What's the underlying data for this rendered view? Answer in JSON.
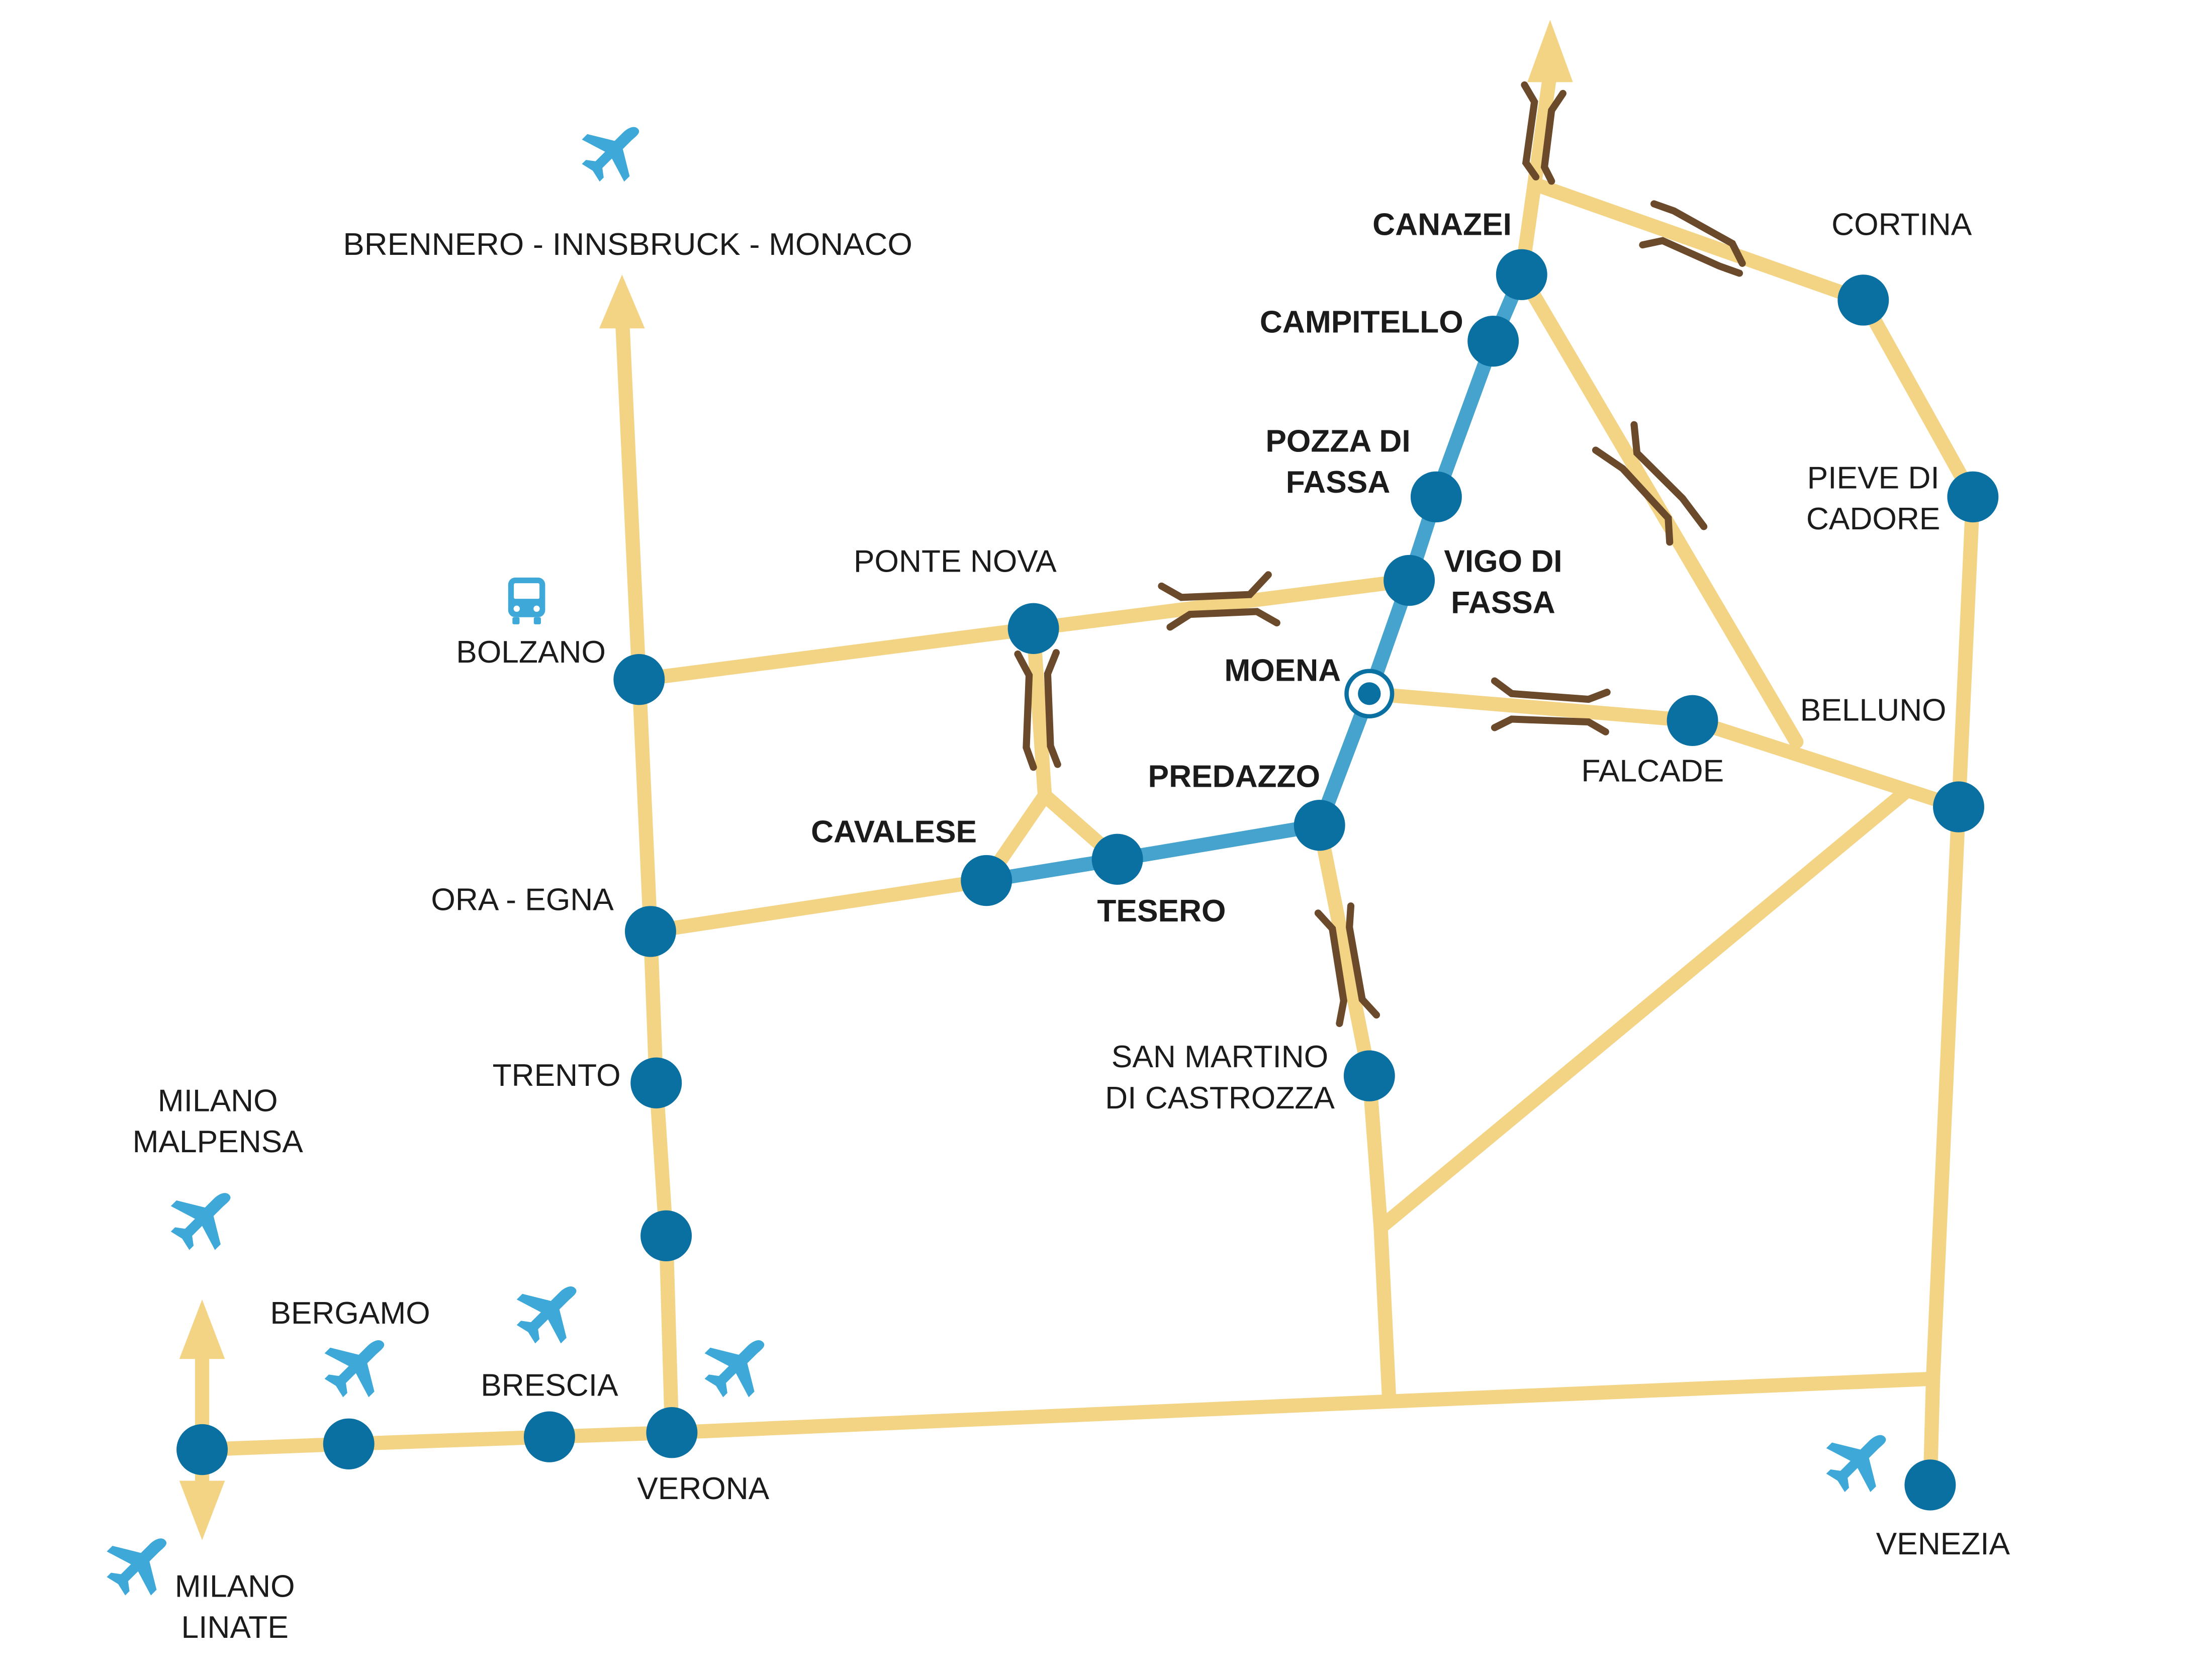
{
  "colors": {
    "road": "#f3d384",
    "valley_road": "#45a3cd",
    "town": "#0a6fa1",
    "airport_icon": "#3ea8d8",
    "pass_marker": "#6b4a2b",
    "text": "#1b1b1b"
  },
  "icons": [
    "airplane-icon",
    "bus-icon",
    "arrow-up-icon",
    "arrow-down-icon",
    "mountain-pass-icon",
    "target-circle-icon"
  ],
  "labels": {
    "brennero": "BRENNERO - INNSBRUCK - MONACO",
    "canazei": "CANAZEI",
    "campitello": "CAMPITELLO",
    "cortina": "CORTINA",
    "pozza_1": "POZZA DI",
    "pozza_2": "FASSA",
    "pieve_1": "PIEVE DI",
    "pieve_2": "CADORE",
    "ponte_nova": "PONTE NOVA",
    "vigo_1": "VIGO DI",
    "vigo_2": "FASSA",
    "bolzano": "BOLZANO",
    "moena": "MOENA",
    "belluno": "BELLUNO",
    "falcade": "FALCADE",
    "predazzo": "PREDAZZO",
    "cavalese": "CAVALESE",
    "tesero": "TESERO",
    "ora_egna": "ORA - EGNA",
    "san_martino_1": "SAN MARTINO",
    "san_martino_2": "DI CASTROZZA",
    "trento": "TRENTO",
    "malpensa_1": "MILANO",
    "malpensa_2": "MALPENSA",
    "bergamo": "BERGAMO",
    "brescia": "BRESCIA",
    "verona": "VERONA",
    "venezia": "VENEZIA",
    "linate_1": "MILANO",
    "linate_2": "LINATE"
  }
}
